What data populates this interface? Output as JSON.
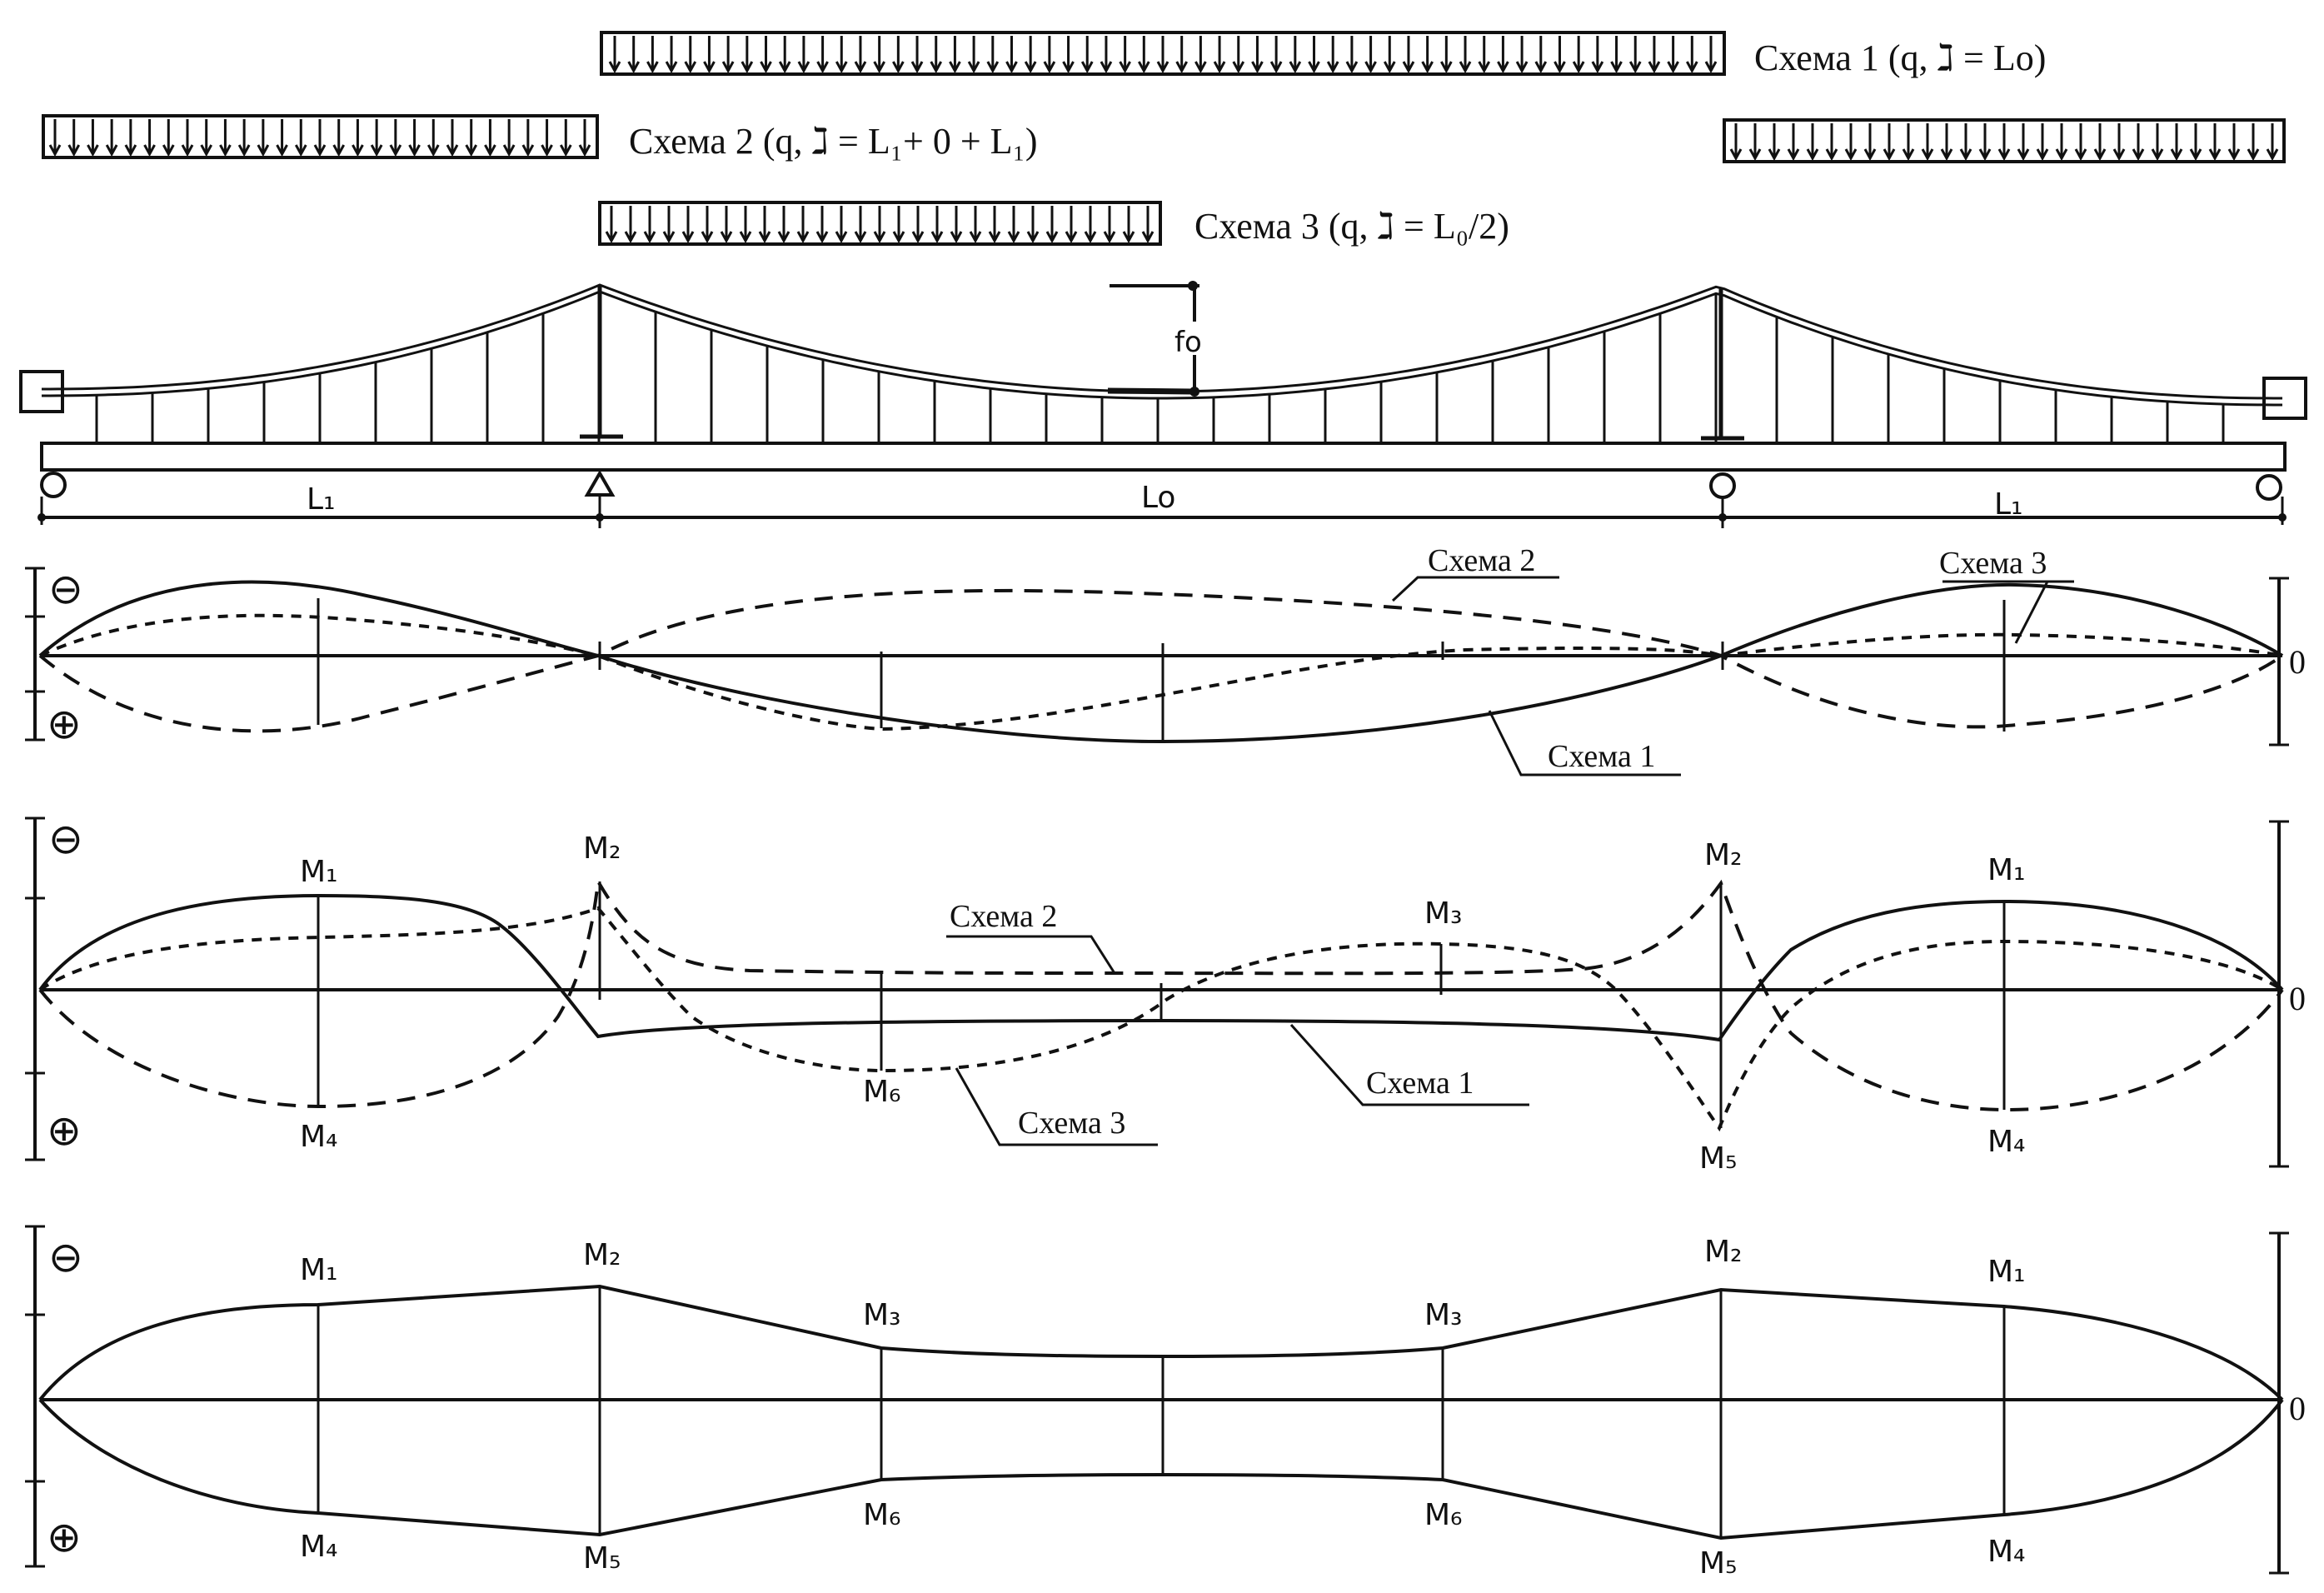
{
  "colors": {
    "ink": "#111111",
    "paper": "#ffffff"
  },
  "load_schemes": {
    "scheme1": "Схема 1  (q, ℷ = Lo)",
    "scheme2": "Схема 2  (q, ℷ = L₁+ 0 + L₁)",
    "scheme3": "Схема 3  (q, ℷ = L₀/2)"
  },
  "bridge": {
    "sag_label": "fo",
    "side_span": "L₁",
    "main_span": "Lo"
  },
  "diagram1": {
    "minus": "⊖",
    "plus": "⊕",
    "zero": "0",
    "scheme1": "Схема 1",
    "scheme2": "Схема 2",
    "scheme3": "Схема 3"
  },
  "diagram2": {
    "minus": "⊖",
    "plus": "⊕",
    "zero": "0",
    "scheme1": "Схема 1",
    "scheme2": "Схема 2",
    "scheme3": "Схема 3",
    "m1": "M₁",
    "m2": "M₂",
    "m3": "M₃",
    "m4": "M₄",
    "m5": "M₅",
    "m6": "M₆"
  },
  "diagram3": {
    "minus": "⊖",
    "plus": "⊕",
    "zero": "0",
    "m1": "M₁",
    "m2": "M₂",
    "m3": "M₃",
    "m4": "M₄",
    "m5": "M₅",
    "m6": "M₆"
  }
}
